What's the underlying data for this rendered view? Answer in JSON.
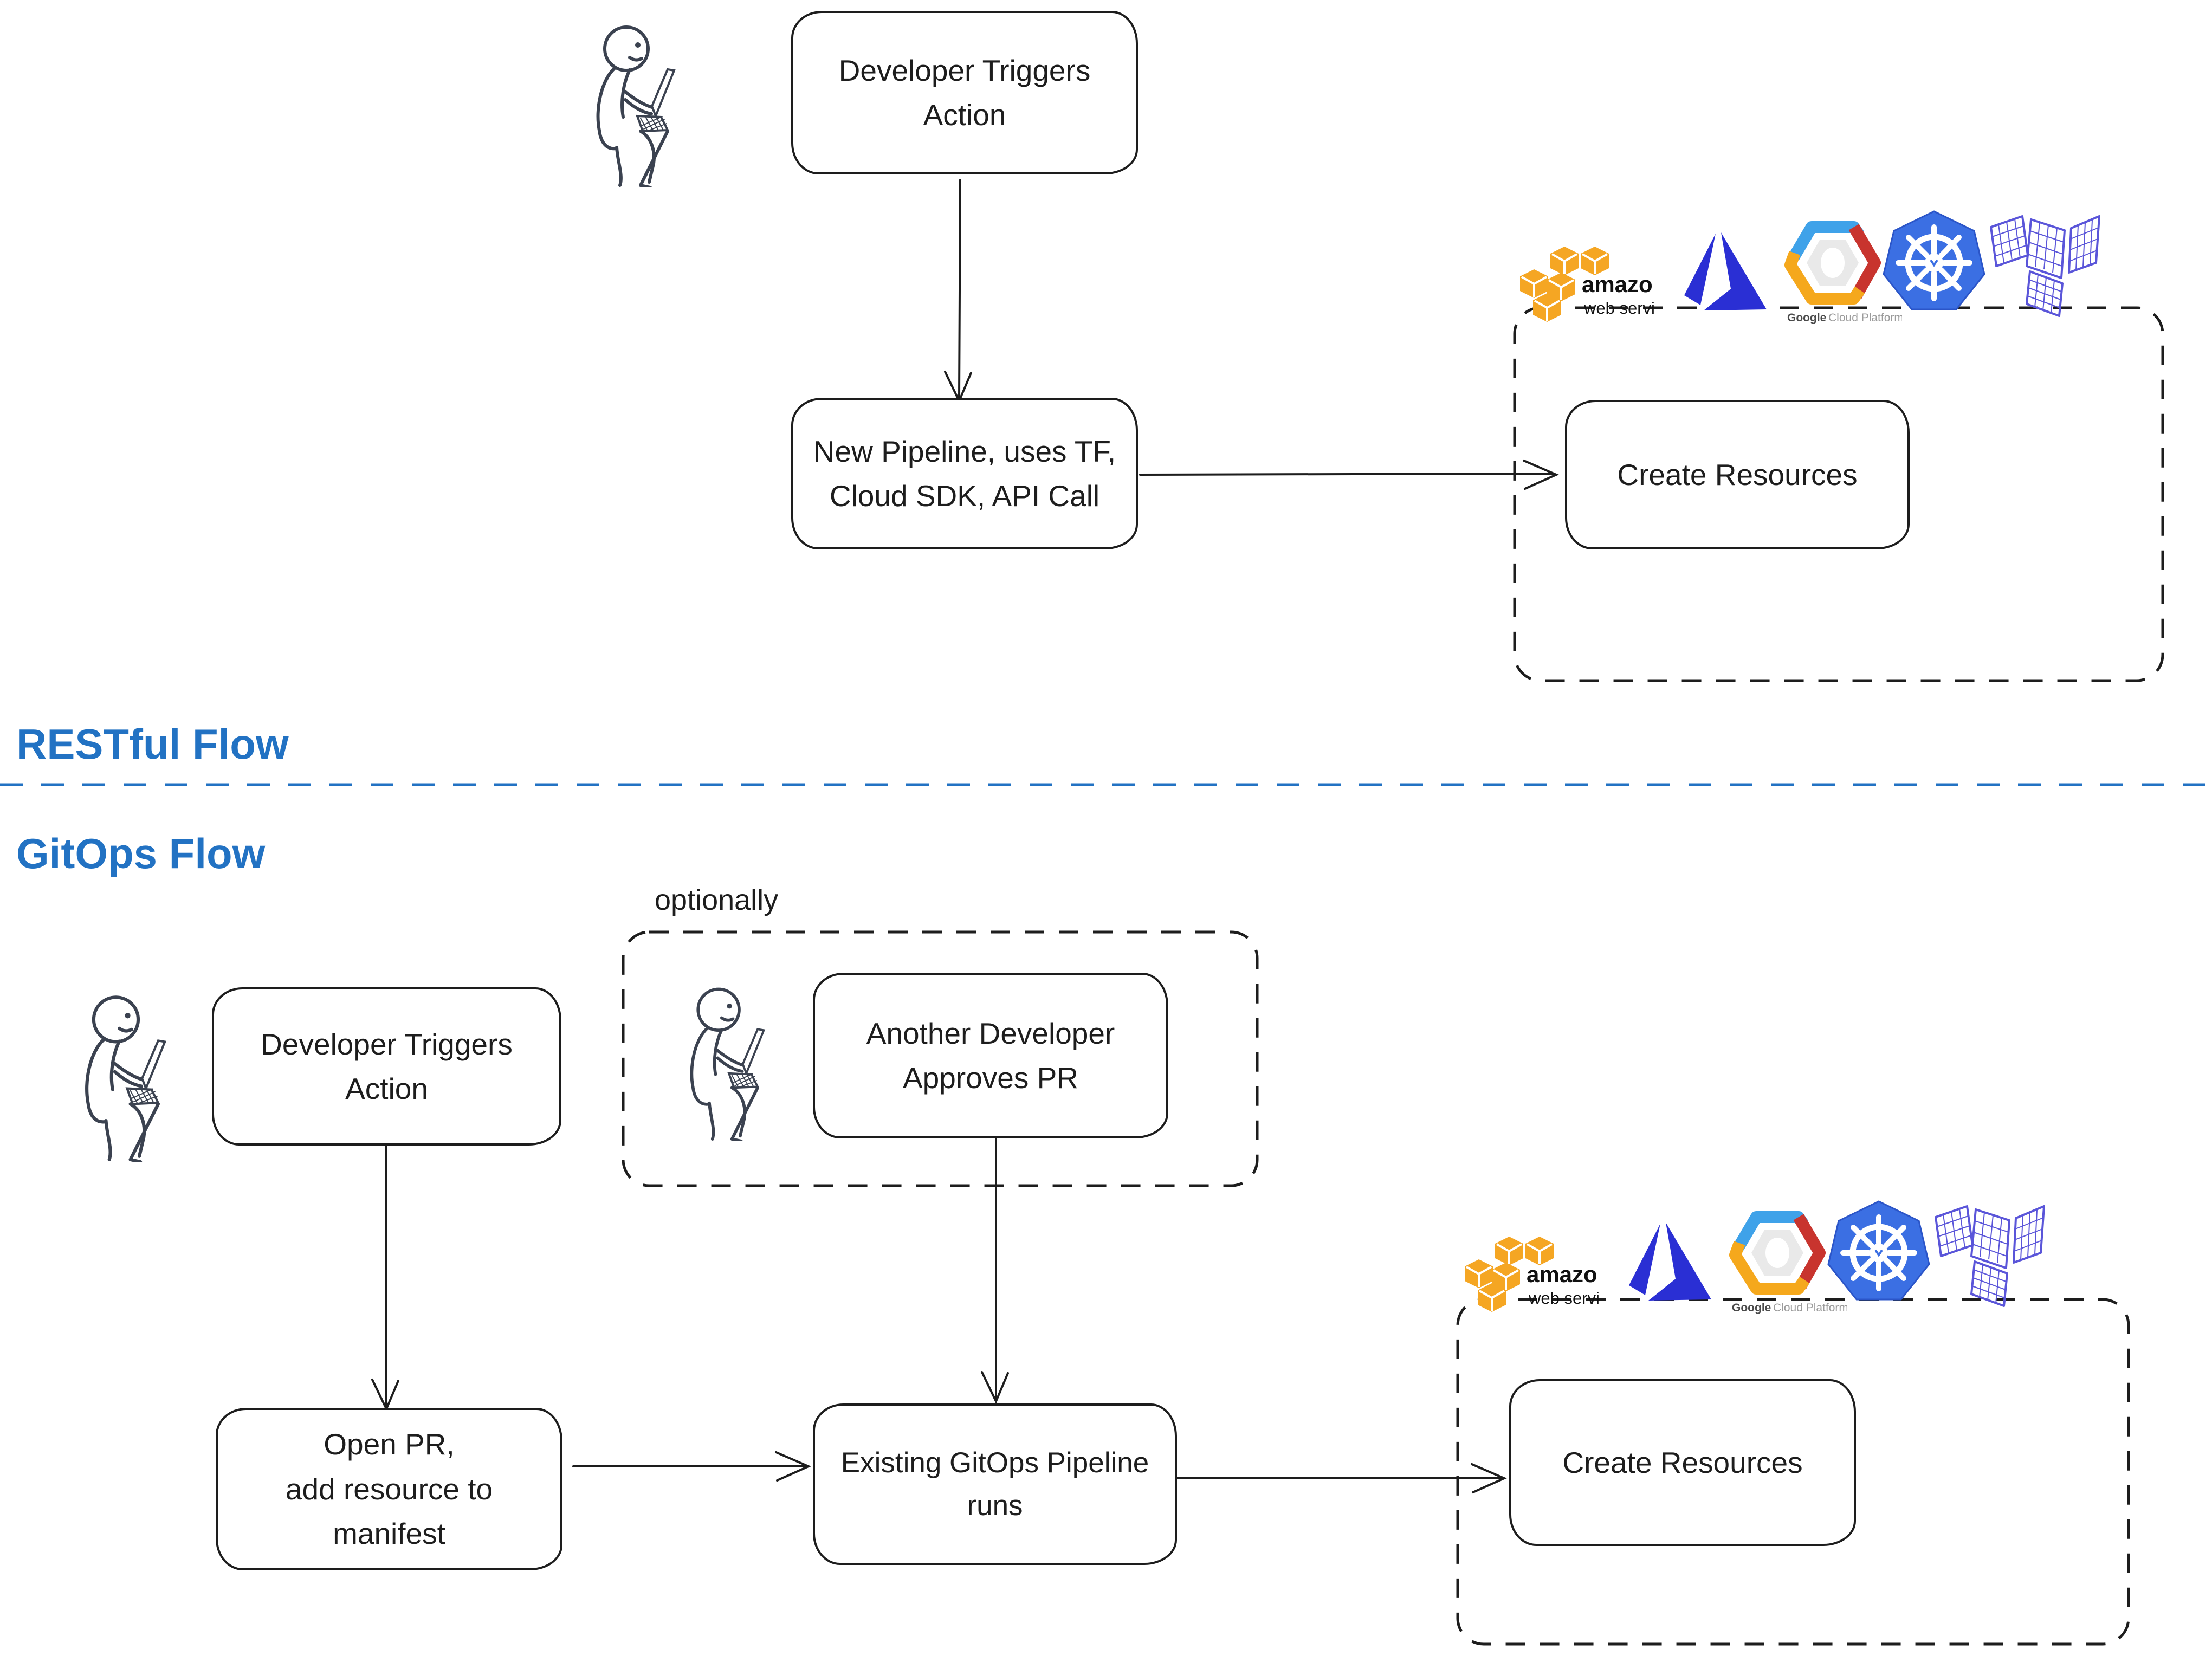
{
  "titles": {
    "restful": "RESTful Flow",
    "gitops": "GitOps Flow",
    "optionally": "optionally"
  },
  "restful": {
    "dev_action": [
      "Developer Triggers",
      "Action"
    ],
    "pipeline": [
      "New Pipeline, uses TF,",
      "Cloud SDK, API Call"
    ],
    "create": [
      "Create Resources"
    ]
  },
  "gitops": {
    "dev_action": [
      "Developer Triggers",
      "Action"
    ],
    "approver": [
      "Another Developer",
      "Approves PR"
    ],
    "open_pr": [
      "Open PR,",
      "add resource to",
      "manifest"
    ],
    "pipeline": [
      "Existing GitOps Pipeline",
      "runs"
    ],
    "create": [
      "Create Resources"
    ]
  },
  "logos": {
    "aws_line1": "amazon",
    "aws_line2": "web services",
    "gcp_google": "Google",
    "gcp_rest": "Cloud Platform"
  },
  "colors": {
    "ink": "#1d1d1d",
    "accent_blue": "#2272c3",
    "figure_ink": "#3b4250",
    "aws_orange": "#f5a623",
    "azure_blue": "#2a2fd4",
    "gcp_blue": "#3fa2e9",
    "gcp_red": "#c8342e",
    "gcp_yellow": "#f5a81c",
    "gcp_gray": "#e9e9e9",
    "k8s_blue": "#3b6fe3",
    "terraform_indigo": "#5a55d9"
  }
}
